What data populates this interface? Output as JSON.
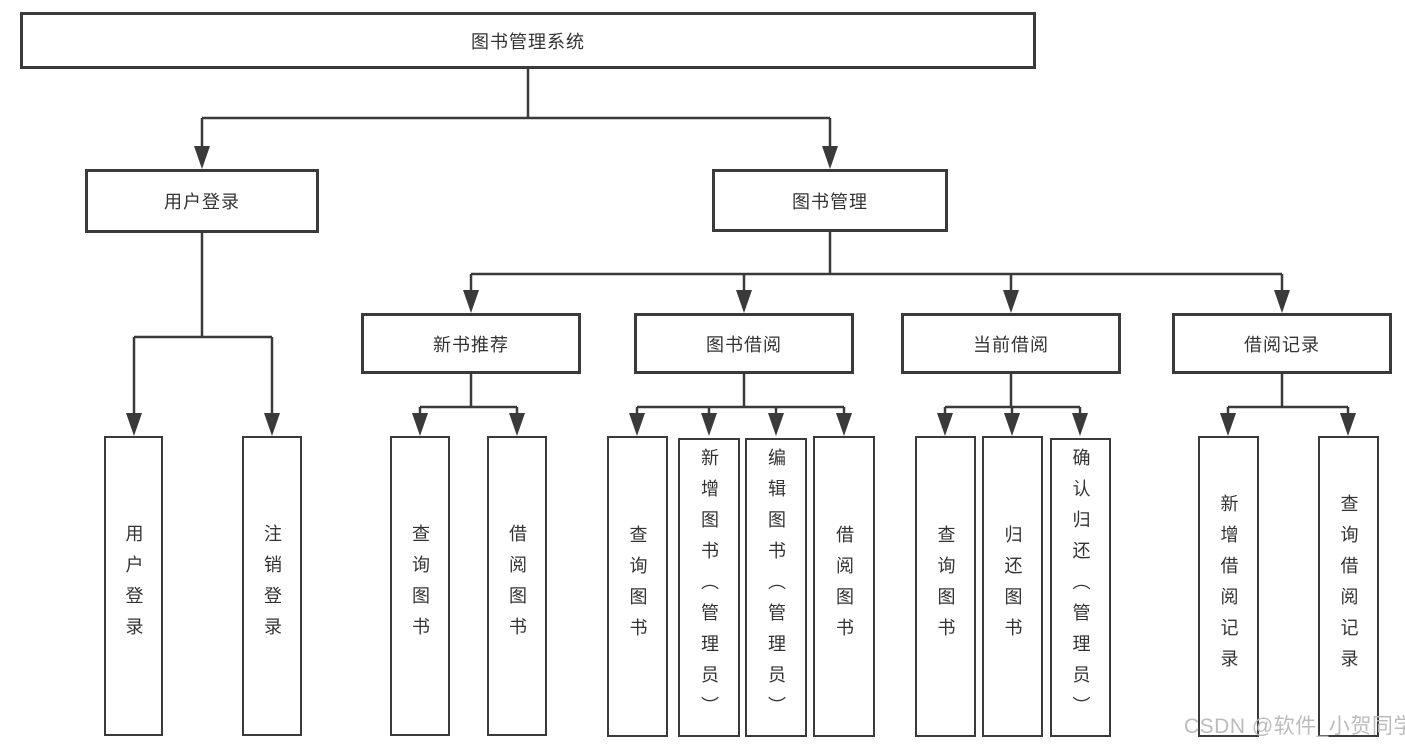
{
  "title": "图书管理系统",
  "level2": [
    {
      "label": "用户登录"
    },
    {
      "label": "图书管理"
    }
  ],
  "level3": [
    {
      "label": "新书推荐"
    },
    {
      "label": "图书借阅"
    },
    {
      "label": "当前借阅"
    },
    {
      "label": "借阅记录"
    }
  ],
  "leaves": {
    "user_login": [
      "用户登录",
      "注销登录"
    ],
    "new_book": [
      "查询图书",
      "借阅图书"
    ],
    "borrow": [
      "查询图书",
      "新增图书（管理员）",
      "编辑图书（管理员）",
      "借阅图书"
    ],
    "current": [
      "查询图书",
      "归还图书",
      "确认归还（管理员）"
    ],
    "records": [
      "新增借阅记录",
      "查询借阅记录"
    ]
  },
  "watermark": "CSDN @软件_小贺同学",
  "colors": {
    "line": "#3a3a3a",
    "text": "#333333",
    "box_fill": "#ffffff",
    "watermark": "#bcbcbc"
  }
}
